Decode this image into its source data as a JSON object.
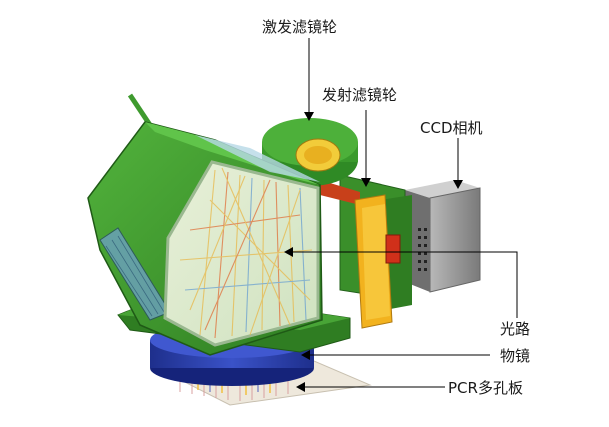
{
  "labels": {
    "excitation_filter_wheel": "激发滤镜轮",
    "emission_filter_wheel": "发射滤镜轮",
    "ccd_camera": "CCD相机",
    "light_path": "光路",
    "objective_lens": "物镜",
    "pcr_plate": "PCR多孔板"
  },
  "colors": {
    "housing_green": "#3e9a2e",
    "housing_dark_green": "#2a6e1e",
    "filter_wheel_yellow": "#f0c020",
    "emission_orange": "#e87a1e",
    "camera_gray": "#8c8c8c",
    "lens_blue": "#2a3ea8",
    "rays": "#e8b84a"
  }
}
